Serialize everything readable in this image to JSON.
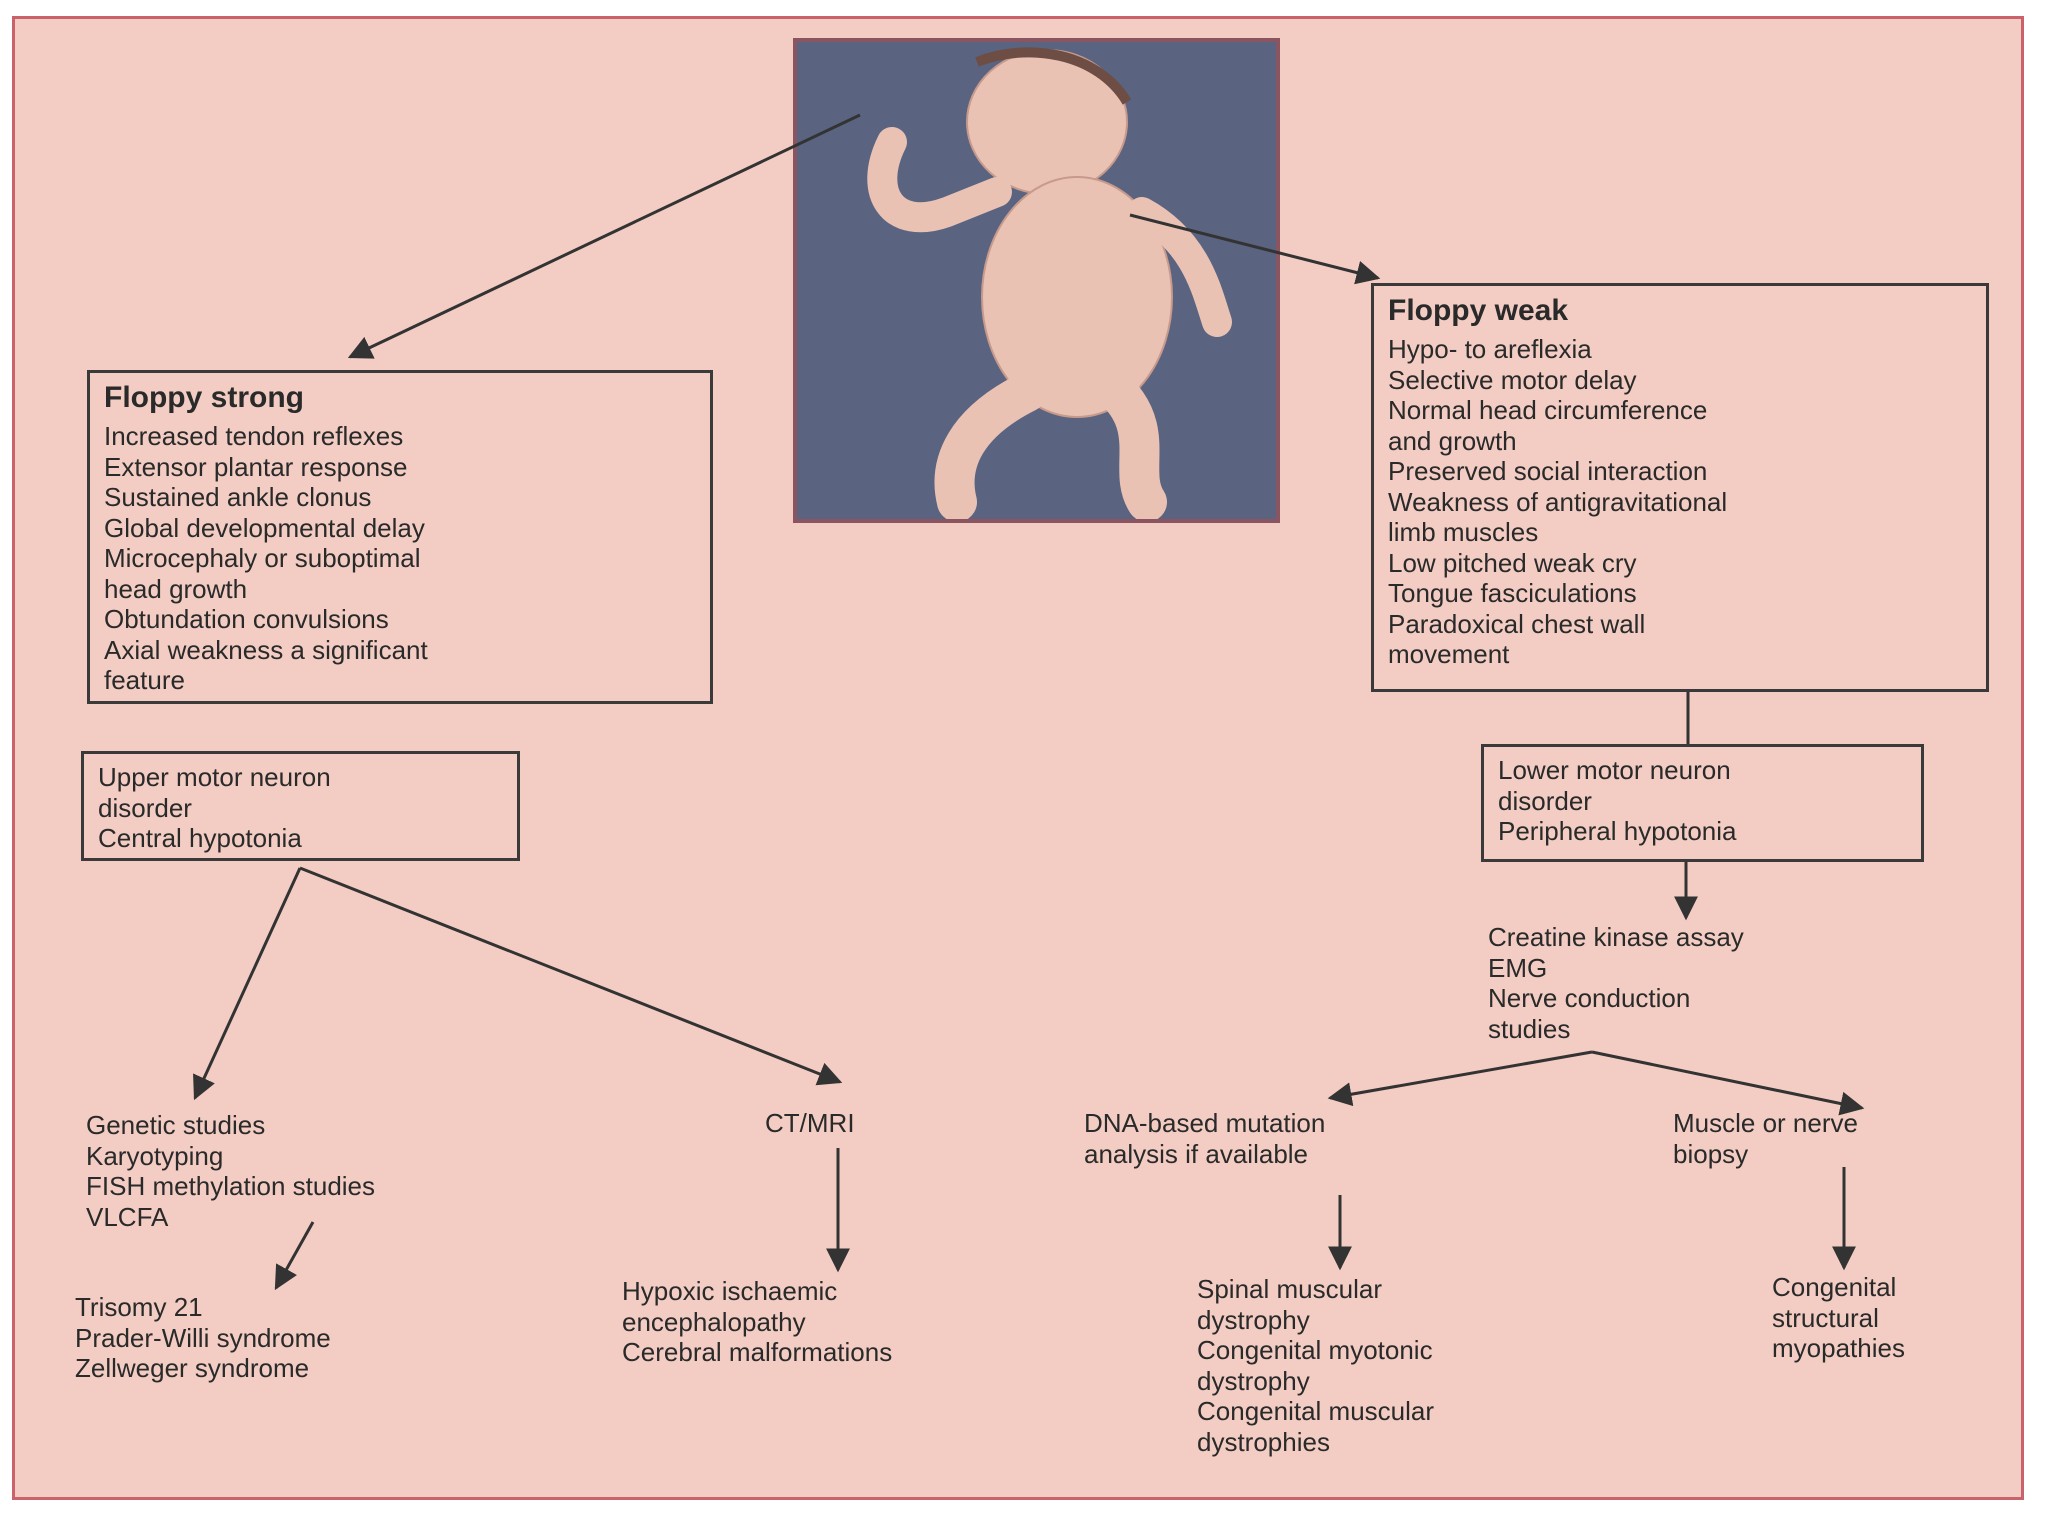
{
  "floppy_strong": {
    "title": "Floppy strong",
    "lines": [
      "Increased tendon reflexes",
      "Extensor plantar response",
      "Sustained ankle clonus",
      "Global developmental delay",
      "Microcephaly or suboptimal",
      "head growth",
      "Obtundation convulsions",
      "Axial weakness a significant",
      "feature"
    ]
  },
  "floppy_weak": {
    "title": "Floppy weak",
    "lines": [
      "Hypo- to areflexia",
      "Selective motor delay",
      "Normal head circumference",
      "and growth",
      "Preserved social interaction",
      "Weakness of antigravitational",
      "limb muscles",
      "Low pitched weak cry",
      "Tongue fasciculations",
      "Paradoxical chest wall",
      "movement"
    ]
  },
  "upper_motor": {
    "lines": [
      "Upper motor neuron",
      "disorder",
      "Central hypotonia"
    ]
  },
  "lower_motor": {
    "lines": [
      "Lower motor neuron",
      "disorder",
      "Peripheral hypotonia"
    ]
  },
  "investigations": {
    "lines": [
      "Creatine kinase assay",
      "EMG",
      "Nerve conduction",
      "studies"
    ]
  },
  "genetic_studies": {
    "lines": [
      "Genetic studies",
      "Karyotyping",
      "FISH methylation studies",
      "VLCFA"
    ]
  },
  "ct_mri": {
    "lines": [
      "CT/MRI"
    ]
  },
  "dna_analysis": {
    "lines": [
      "DNA-based mutation",
      "analysis if available"
    ]
  },
  "biopsy": {
    "lines": [
      "Muscle or nerve",
      "biopsy"
    ]
  },
  "genetic_outcomes": {
    "lines": [
      "Trisomy 21",
      "Prader-Willi syndrome",
      "Zellweger syndrome"
    ]
  },
  "ct_outcomes": {
    "lines": [
      "Hypoxic ischaemic",
      "encephalopathy",
      "Cerebral malformations"
    ]
  },
  "dna_outcomes": {
    "lines": [
      "Spinal muscular",
      "dystrophy",
      "Congenital myotonic",
      "dystrophy",
      "Congenital muscular",
      "dystrophies"
    ]
  },
  "biopsy_outcomes": {
    "lines": [
      "Congenital",
      "structural",
      "myopathies"
    ]
  }
}
